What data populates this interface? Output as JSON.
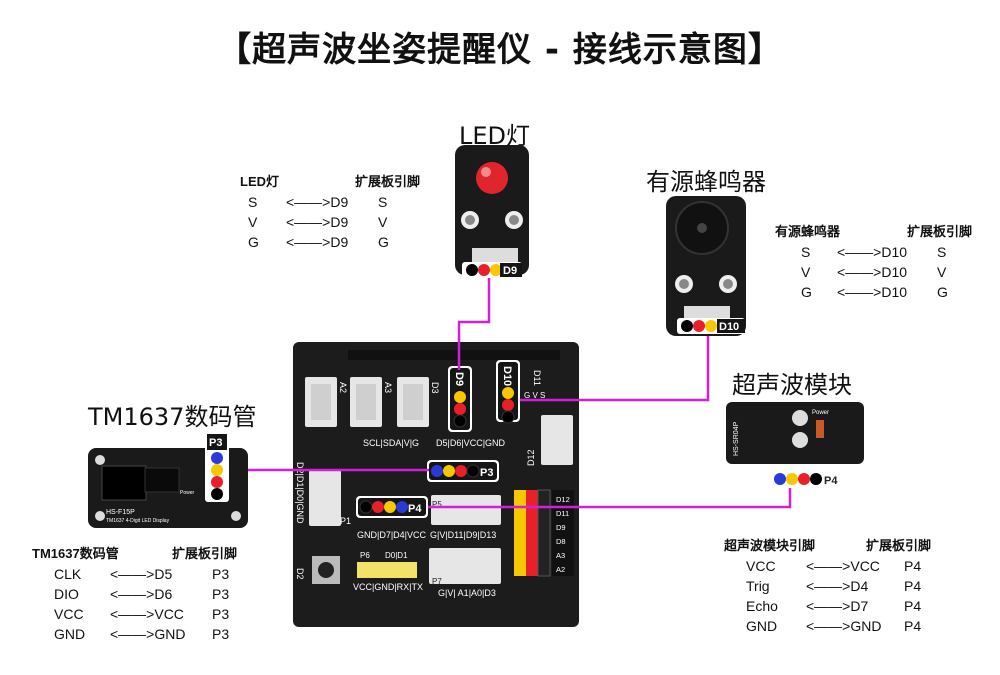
{
  "title": "【超声波坐姿提醒仪 - 接线示意图】",
  "led": {
    "name": "LED灯",
    "tag": "D9",
    "table": {
      "header": [
        "LED灯",
        "扩展板引脚"
      ],
      "rows": [
        {
          "pin": "S",
          "arrow": "<——>D9",
          "board": "S"
        },
        {
          "pin": "V",
          "arrow": "<——>D9",
          "board": "V"
        },
        {
          "pin": "G",
          "arrow": "<——>D9",
          "board": "G"
        }
      ]
    }
  },
  "buzzer": {
    "name": "有源蜂鸣器",
    "tag": "D10",
    "table": {
      "header": [
        "有源蜂鸣器",
        "扩展板引脚"
      ],
      "rows": [
        {
          "pin": "S",
          "arrow": "<——>D10",
          "board": "S"
        },
        {
          "pin": "V",
          "arrow": "<——>D10",
          "board": "V"
        },
        {
          "pin": "G",
          "arrow": "<——>D10",
          "board": "G"
        }
      ]
    }
  },
  "ultrasonic": {
    "name": "超声波模块",
    "tag": "P4",
    "chip": "HS-SR04P",
    "power": "Power",
    "table": {
      "header": [
        "超声波模块引脚",
        "扩展板引脚"
      ],
      "rows": [
        {
          "pin": "VCC",
          "arrow": "<——>VCC",
          "board": "P4"
        },
        {
          "pin": "Trig",
          "arrow": "<——>D4",
          "board": "P4"
        },
        {
          "pin": "Echo",
          "arrow": "<——>D7",
          "board": "P4"
        },
        {
          "pin": "GND",
          "arrow": "<——>GND",
          "board": "P4"
        }
      ]
    }
  },
  "tm1637": {
    "name": "TM1637数码管",
    "tag": "P3",
    "model": "HS-F15P",
    "desc": "TM1637 4-Digit LED Display",
    "power": "Power",
    "table": {
      "header": [
        "TM1637数码管",
        "扩展板引脚"
      ],
      "rows": [
        {
          "pin": "CLK",
          "arrow": "<——>D5",
          "board": "P3"
        },
        {
          "pin": "DIO",
          "arrow": "<——>D6",
          "board": "P3"
        },
        {
          "pin": "VCC",
          "arrow": "<——>VCC",
          "board": "P3"
        },
        {
          "pin": "GND",
          "arrow": "<——>GND",
          "board": "P3"
        }
      ]
    }
  },
  "board": {
    "labels": {
      "a2": "A2",
      "a3": "A3",
      "d3": "D3",
      "d9": "D9",
      "d10": "D10",
      "d11": "D11",
      "d12": "D12",
      "i2c": "SCL|SDA|V|G",
      "p3_header": "D5|D6|VCC|GND",
      "p3": "P3",
      "p4": "P4",
      "p4_header": "GND|D7|D4|VCC",
      "p5": "P5",
      "p5_header": "G|V|D11|D9|D13",
      "p1": "P1",
      "p1_header": "D2|D1|D0|GND",
      "d2": "D2",
      "p6": "P6",
      "p6_sub": "D0|D1",
      "p6_header": "VCC|GND|RX|TX",
      "p7": "P7",
      "p7_header": "G|V| A1|A0|D3",
      "right_pins": [
        "D12",
        "D11",
        "D9",
        "D8",
        "A3",
        "A2"
      ],
      "gvs": "G V S"
    }
  },
  "colors": {
    "wire": "#d21fd8",
    "pcb": "#1c1c1c",
    "black_dot": "#000000",
    "red_dot": "#e8202a",
    "yellow_dot": "#f7c700",
    "blue_dot": "#2a3ad8",
    "led_red": "#e0262c"
  }
}
